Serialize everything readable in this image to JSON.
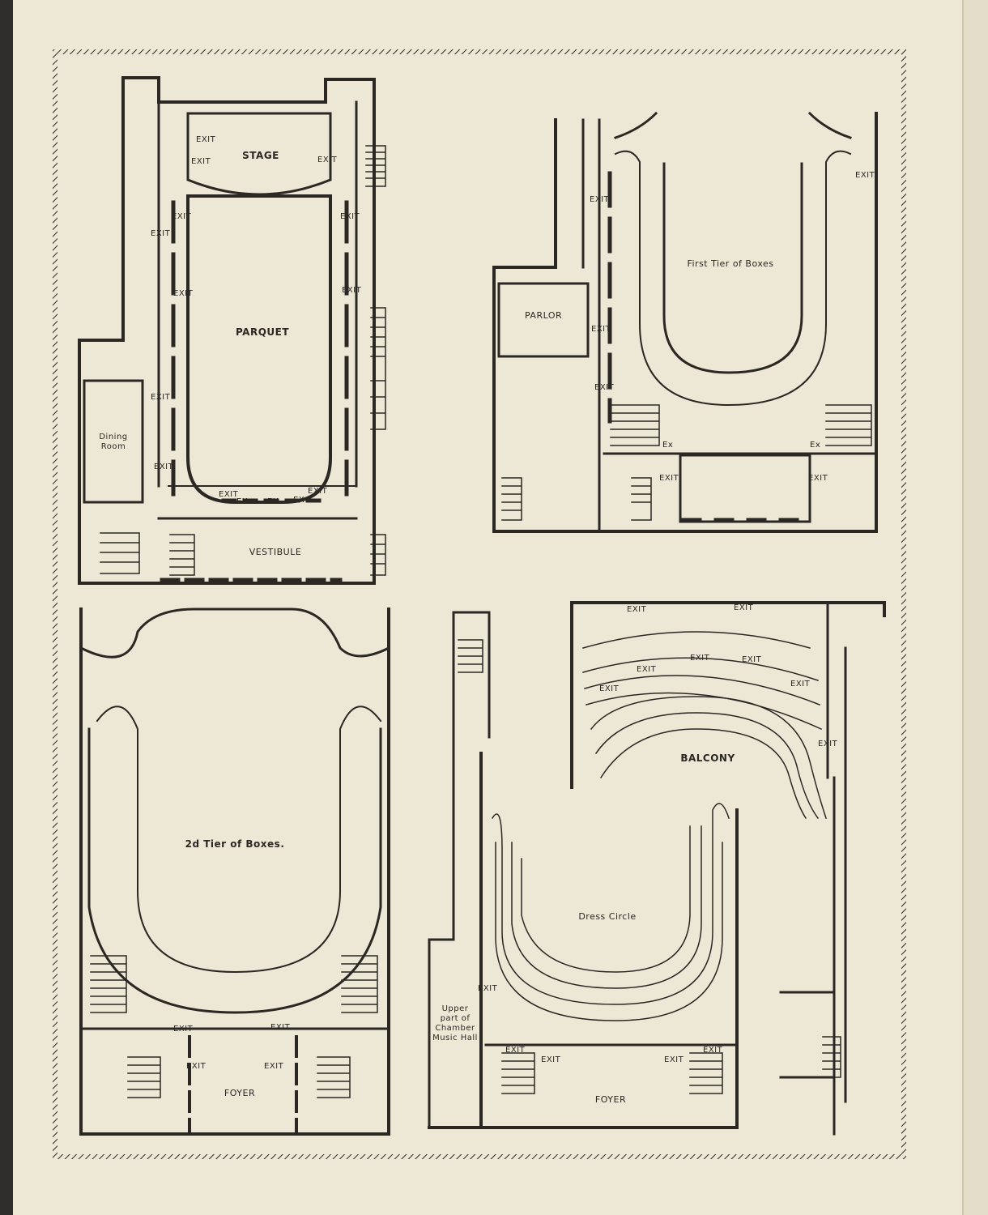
{
  "plans": {
    "parquet": {
      "stage": "STAGE",
      "parquet": "PARQUET",
      "vestibule": "VESTIBULE",
      "dining_room": "Dining Room",
      "exit": "EXIT",
      "ex": "EX"
    },
    "first_tier": {
      "title": "First Tier of Boxes",
      "parlor": "PARLOR",
      "exit": "EXIT",
      "ex": "Ex"
    },
    "second_tier": {
      "title": "2d Tier of Boxes.",
      "foyer": "FOYER",
      "exit": "EXIT"
    },
    "balcony_dress": {
      "balcony": "BALCONY",
      "dress_circle": "Dress Circle",
      "foyer": "FOYER",
      "chamber_note": "Upper part of Chamber Music Hall",
      "exit": "EXIT"
    }
  }
}
